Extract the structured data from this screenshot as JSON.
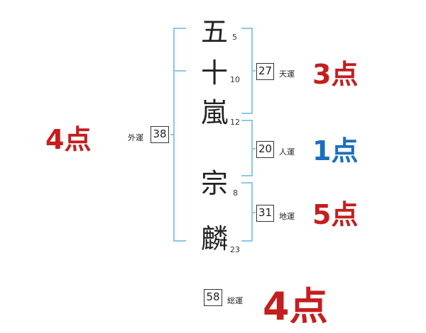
{
  "name_chars": [
    {
      "char": "五",
      "strokes": "5"
    },
    {
      "char": "十",
      "strokes": "10"
    },
    {
      "char": "嵐",
      "strokes": "12"
    },
    {
      "char": "宗",
      "strokes": "8"
    },
    {
      "char": "麟",
      "strokes": "23"
    }
  ],
  "fortunes": {
    "ten": {
      "label": "天運",
      "value": "27",
      "score": "3点",
      "color": "#c41e1e"
    },
    "jin": {
      "label": "人運",
      "value": "20",
      "score": "1点",
      "color": "#1a6fc0"
    },
    "chi": {
      "label": "地運",
      "value": "31",
      "score": "5点",
      "color": "#c41e1e"
    },
    "gai": {
      "label": "外運",
      "value": "38",
      "score": "4点",
      "color": "#c41e1e"
    },
    "so": {
      "label": "総運",
      "value": "58",
      "score": "4点",
      "color": "#c41e1e"
    }
  },
  "bracket_color": "#8cc8e8"
}
